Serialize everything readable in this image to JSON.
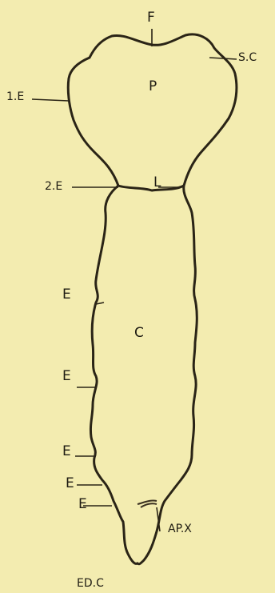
{
  "figure": {
    "title": "",
    "background_color": "#f3ecb0",
    "ink_color": "#1e1b12"
  },
  "labels": {
    "F": "F",
    "P": "P",
    "SC": "S.C",
    "one_E": "1.E",
    "two_E": "2.E",
    "L": "L",
    "C": "C",
    "E1": "E",
    "E2": "E",
    "E3": "E",
    "E4": "E",
    "E5": "E",
    "APX": "AP.X",
    "EDC": "ED.C"
  }
}
